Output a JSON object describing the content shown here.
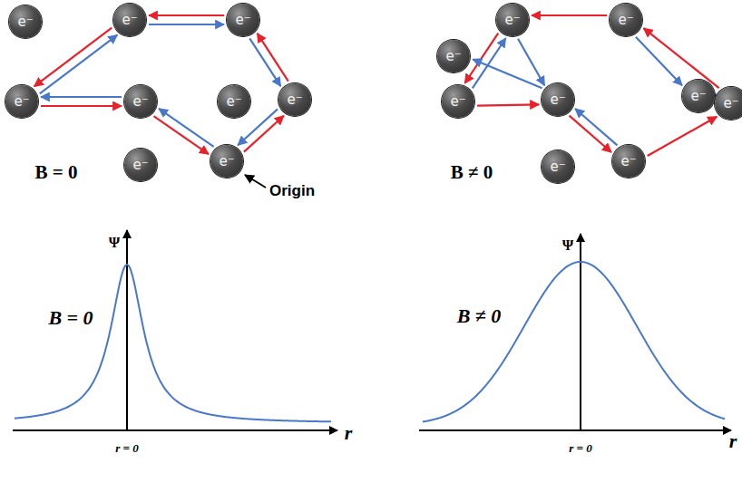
{
  "diagram": {
    "nodes": [
      {
        "text": [
          "e⁻"
        ]
      },
      {
        "text": [
          "e⁻"
        ]
      },
      {
        "text": [
          "e⁻"
        ]
      },
      {
        "text": [
          "e⁻"
        ]
      },
      {
        "text": [
          "e⁻"
        ]
      },
      {
        "text": [
          "e⁻"
        ]
      },
      {
        "text": [
          "e⁻"
        ]
      },
      {
        "text": [
          "e⁻"
        ]
      },
      {
        "text": [
          "e⁻"
        ]
      },
      {
        "text": [
          "e⁻"
        ]
      },
      {
        "text": [
          "e⁻"
        ]
      },
      {
        "text": [
          "e⁻"
        ]
      },
      {
        "text": [
          "e⁻"
        ]
      },
      {
        "text": [
          "e⁻"
        ]
      },
      {
        "text": [
          "e⁻"
        ]
      },
      {
        "text": [
          "e⁻"
        ]
      },
      {
        "text": [
          "e⁻"
        ]
      },
      {
        "text": [
          "e⁻"
        ]
      }
    ],
    "edges": [
      {
        "from": 2,
        "to": 1,
        "arrow": "to"
      },
      {
        "from": 1,
        "to": 2,
        "arrow": "to"
      },
      {
        "from": 2,
        "to": 6,
        "arrow": "to"
      },
      {
        "from": 6,
        "to": 2,
        "arrow": "to"
      },
      {
        "from": 6,
        "to": 7,
        "arrow": "to"
      },
      {
        "from": 7,
        "to": 6,
        "arrow": "to"
      },
      {
        "from": 7,
        "to": 4,
        "arrow": "to"
      },
      {
        "from": 4,
        "to": 7,
        "arrow": "to"
      },
      {
        "from": 4,
        "to": 3,
        "arrow": "to"
      },
      {
        "from": 3,
        "to": 4,
        "arrow": "to"
      },
      {
        "from": 1,
        "to": 3,
        "arrow": "to"
      },
      {
        "from": 3,
        "to": 1,
        "arrow": "to"
      },
      {
        "from": 11,
        "to": 10,
        "arrow": "to"
      },
      {
        "from": 10,
        "to": 13,
        "arrow": "to"
      },
      {
        "from": 12,
        "to": 13,
        "arrow": "to"
      },
      {
        "from": 10,
        "to": 12,
        "arrow": "to"
      },
      {
        "from": 12,
        "to": 10,
        "arrow": "to"
      },
      {
        "from": 13,
        "to": 9,
        "arrow": "to"
      },
      {
        "from": 13,
        "to": 16,
        "arrow": "to"
      },
      {
        "from": 16,
        "to": 13,
        "arrow": "to"
      },
      {
        "from": 16,
        "to": 15,
        "arrow": "to"
      },
      {
        "from": 15,
        "to": 14,
        "arrow": "to"
      },
      {
        "from": 11,
        "to": 14,
        "arrow": "to"
      },
      {
        "from": 15,
        "to": 11,
        "arrow": "to"
      }
    ],
    "labels": [
      "B = 0",
      "Origin",
      "B ≠ 0",
      "Ψ",
      "B = 0",
      "r = 0",
      "r",
      "Ψ",
      "B ≠ 0",
      "r = 0",
      "r"
    ]
  }
}
